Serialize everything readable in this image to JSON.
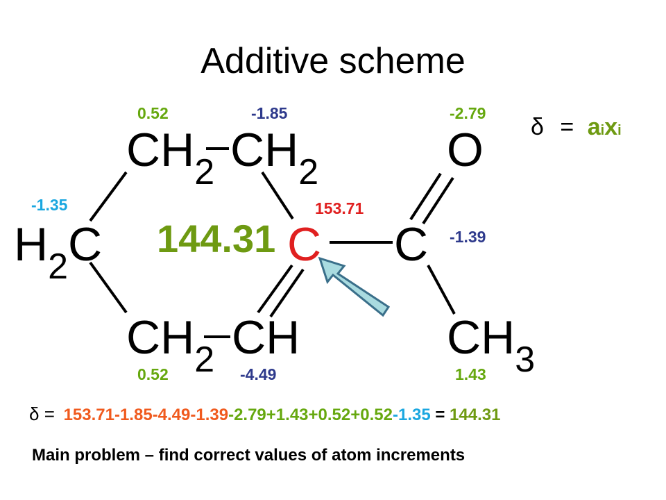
{
  "title": "Additive scheme",
  "colors": {
    "green": "#66a80f",
    "cyan": "#1aa7e0",
    "navy": "#2e3a8c",
    "red": "#e02020",
    "orange": "#f05a1e",
    "olive": "#6e9a12",
    "black": "#000000",
    "arrow_fill": "#a9dbe0",
    "arrow_stroke": "#3a6f8a"
  },
  "molecule": {
    "ch2_top_left": {
      "main": "CH",
      "sub": "2"
    },
    "ch2_top_right": {
      "main": "CH",
      "sub": "2"
    },
    "oxygen": {
      "main": "O"
    },
    "h2c_left": {
      "pre": "H",
      "sub": "2",
      "main": "C"
    },
    "carbon_center": {
      "main": "C"
    },
    "carbon_carbonyl": {
      "main": "C"
    },
    "ch2_bottom_left": {
      "main": "CH",
      "sub": "2"
    },
    "ch_bottom_right": {
      "main": "CH"
    },
    "ch3": {
      "main": "CH",
      "sub": "3"
    }
  },
  "increments": {
    "ch2_top_left": "0.52",
    "ch2_top_right": "-1.85",
    "oxygen": "-2.79",
    "h2c_left": "-1.35",
    "carbon_center": "153.71",
    "carbon_carbonyl": "-1.39",
    "ch2_bottom_left": "0.52",
    "ch_bottom_right": "-4.49",
    "ch3": "1.43"
  },
  "predicted_shift": "144.31",
  "delta_formula": {
    "lhs": "δ",
    "eq": "=",
    "sum": "",
    "a": "a",
    "i1": "i",
    "x": "x",
    "i2": "i"
  },
  "equation": {
    "lhs": "δ =",
    "terms": [
      "153.71",
      "-1.85",
      "-4.49",
      "-1.39",
      "-2.79",
      "+1.43",
      "+0.52",
      "+0.52",
      "-1.35"
    ],
    "equals": " = ",
    "result": "144.31"
  },
  "note": "Main problem – find correct values of atom increments"
}
